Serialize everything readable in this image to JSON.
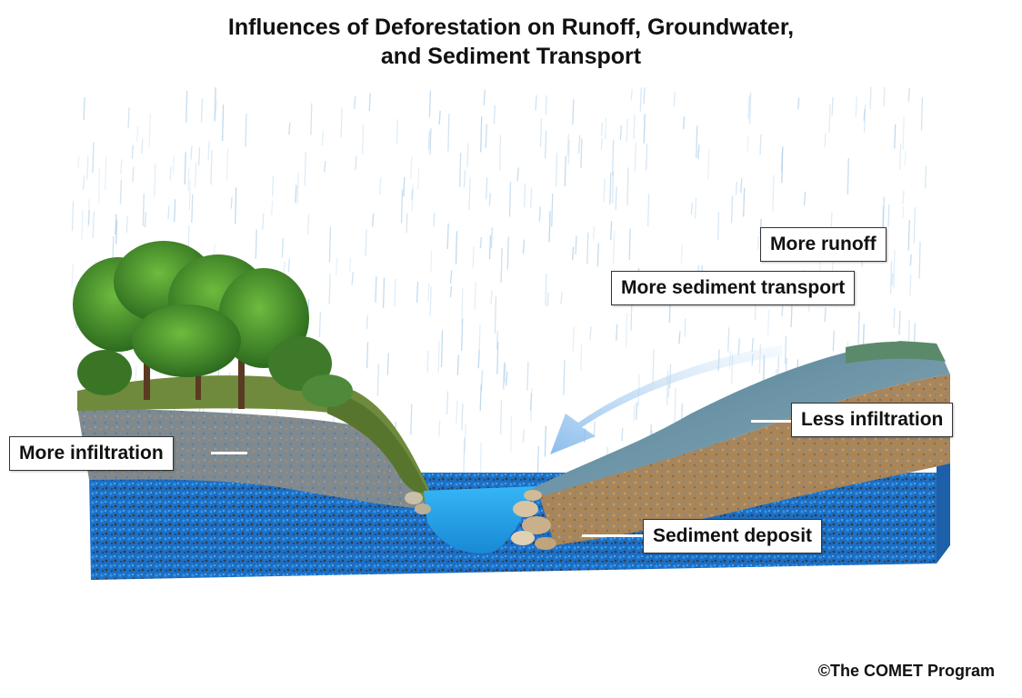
{
  "title": {
    "line1": "Influences of Deforestation on Runoff, Groundwater,",
    "line2": "and Sediment Transport"
  },
  "labels": {
    "more_runoff": "More runoff",
    "more_sediment_transport": "More sediment transport",
    "less_infiltration": "Less infiltration",
    "more_infiltration": "More infiltration",
    "sediment_deposit": "Sediment deposit"
  },
  "credit": "©The COMET Program",
  "colors": {
    "groundwater": "#1f7fd6",
    "stream": "#2aa8f0",
    "soil": "#b28a5c",
    "grass": "#6f8a3c",
    "tree_foliage": "#3e8a2a",
    "rain": "#a8cce8",
    "runoff_arrow": "#8cc0ec"
  }
}
